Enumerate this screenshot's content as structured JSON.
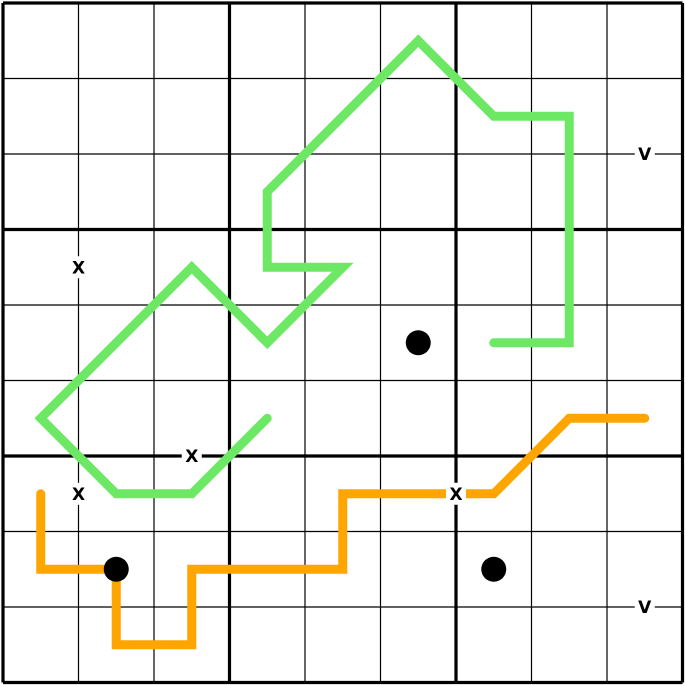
{
  "puzzle": {
    "grid_size": 9,
    "box_size": 3,
    "colors": {
      "background": "#ffffff",
      "grid_line": "#000000",
      "green_line": "#6ce865",
      "orange_line": "#ffa500",
      "dot": "#000000"
    },
    "lines": [
      {
        "name": "green-line-top",
        "color_key": "green_line",
        "points": [
          [
            6.5,
            4.5
          ],
          [
            7.5,
            4.5
          ],
          [
            7.5,
            1.5
          ],
          [
            6.5,
            1.5
          ],
          [
            5.5,
            0.5
          ],
          [
            3.5,
            2.5
          ],
          [
            3.5,
            3.5
          ],
          [
            4.5,
            3.5
          ],
          [
            3.5,
            4.5
          ],
          [
            2.5,
            3.5
          ],
          [
            0.5,
            5.5
          ],
          [
            1.5,
            6.5
          ],
          [
            2.5,
            6.5
          ],
          [
            3.5,
            5.5
          ]
        ]
      },
      {
        "name": "orange-line-bottom",
        "color_key": "orange_line",
        "points": [
          [
            0.5,
            6.5
          ],
          [
            0.5,
            7.5
          ],
          [
            1.5,
            7.5
          ],
          [
            1.5,
            8.5
          ],
          [
            2.5,
            8.5
          ],
          [
            2.5,
            7.5
          ],
          [
            4.5,
            7.5
          ],
          [
            4.5,
            6.5
          ],
          [
            6.5,
            6.5
          ],
          [
            7.5,
            5.5
          ],
          [
            8.5,
            5.5
          ]
        ]
      }
    ],
    "dots": [
      {
        "name": "black-dot-center",
        "row": 4,
        "col": 5
      },
      {
        "name": "black-dot-bottom-left",
        "row": 7,
        "col": 1
      },
      {
        "name": "black-dot-bottom-right",
        "row": 7,
        "col": 6
      }
    ],
    "marks": [
      {
        "name": "x-mark-left-upper",
        "text": "X",
        "row": 3.5,
        "col": 1
      },
      {
        "name": "x-mark-center-left",
        "text": "X",
        "row": 6,
        "col": 2.5
      },
      {
        "name": "x-mark-left-lower",
        "text": "X",
        "row": 6.5,
        "col": 1
      },
      {
        "name": "x-mark-bottom-center",
        "text": "X",
        "row": 6.5,
        "col": 6
      },
      {
        "name": "v-mark-upper-right",
        "text": "V",
        "row": 2,
        "col": 8.5
      },
      {
        "name": "v-mark-lower-right",
        "text": "V",
        "row": 8,
        "col": 8.5
      }
    ]
  }
}
